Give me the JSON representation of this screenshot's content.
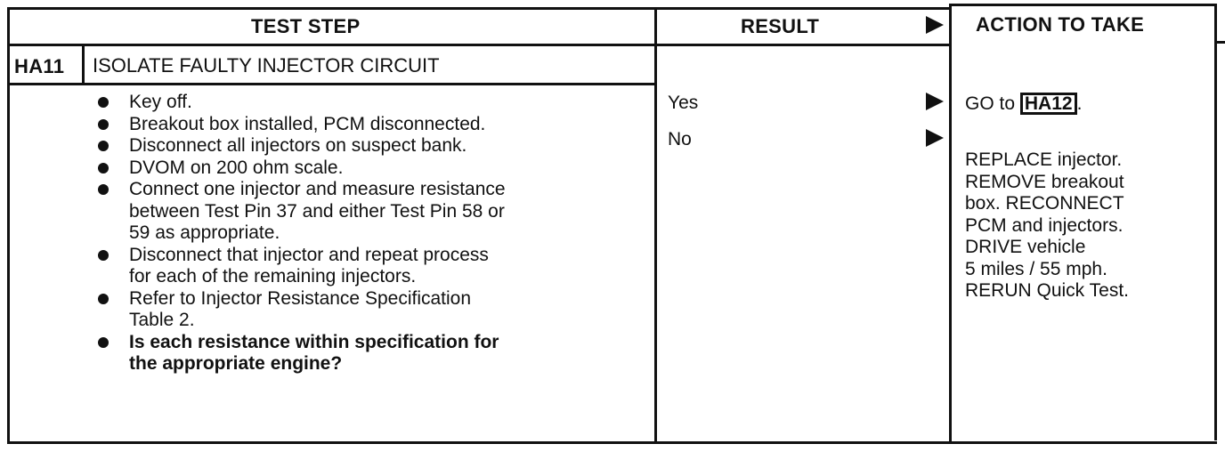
{
  "header": {
    "test_step": "TEST STEP",
    "result": "RESULT",
    "action": "ACTION TO TAKE"
  },
  "step": {
    "code": "HA11",
    "title": "ISOLATE FAULTY INJECTOR CIRCUIT",
    "items": [
      {
        "lines": [
          "Key off."
        ],
        "bold": false
      },
      {
        "lines": [
          "Breakout box installed, PCM disconnected."
        ],
        "bold": false
      },
      {
        "lines": [
          "Disconnect all injectors on suspect bank."
        ],
        "bold": false
      },
      {
        "lines": [
          "DVOM on 200 ohm scale."
        ],
        "bold": false
      },
      {
        "lines": [
          "Connect one injector and measure resistance",
          "between Test Pin 37 and either Test Pin 58 or",
          "59 as appropriate."
        ],
        "bold": false
      },
      {
        "lines": [
          "Disconnect that injector and repeat process",
          "for each of the remaining injectors."
        ],
        "bold": false
      },
      {
        "lines": [
          "Refer to Injector Resistance Specification",
          "Table 2."
        ],
        "bold": false
      },
      {
        "lines": [
          "Is each resistance within specification for",
          "the appropriate engine?"
        ],
        "bold": true
      }
    ]
  },
  "results": {
    "yes": "Yes",
    "no": "No"
  },
  "actions": {
    "yes_prefix": "GO to",
    "yes_ref": "HA12",
    "yes_suffix": ".",
    "no_lines": [
      "REPLACE injector.",
      "REMOVE breakout",
      "box. RECONNECT",
      "PCM and injectors.",
      "DRIVE vehicle",
      "5 miles / 55 mph.",
      "RERUN Quick Test."
    ]
  }
}
